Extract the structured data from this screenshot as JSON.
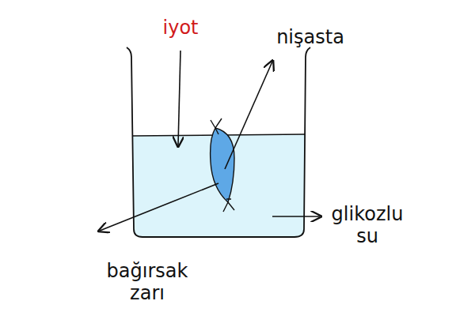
{
  "diagram": {
    "labels": [
      "iyot",
      "nişasta",
      "bağırsak zarı",
      "glikozlu su"
    ]
  }
}
